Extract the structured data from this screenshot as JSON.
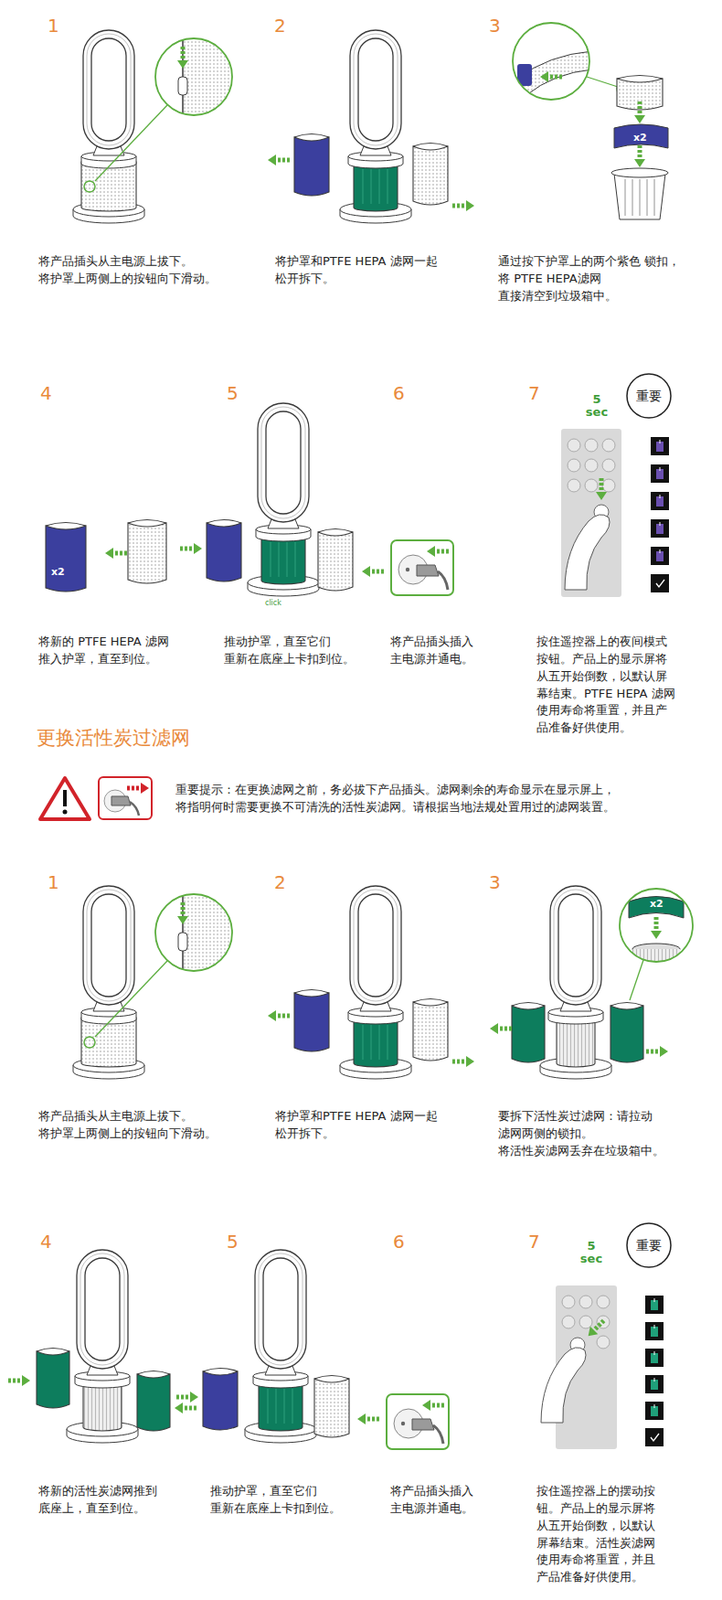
{
  "diagram": {
    "title": "更换活性炭过滤网",
    "nodes": [
      {
        "text": [
          "重要"
        ]
      },
      {
        "text": [
          "重要"
        ]
      }
    ],
    "labels": [
      "1",
      "2",
      "3",
      "x2",
      "将产品插头从主电源上拔下。 将护罩上两侧上的按钮向下滑动。",
      "将护罩和PTFE HEPA 滤网一起 松开拆下。",
      "通过按下护罩上的两个紫色 锁扣，将 PTFE HEPA滤网 直接清空到垃圾箱中。",
      "4",
      "5",
      "6",
      "7",
      "5 sec",
      "x2",
      "click",
      "将新的 PTFE HEPA 滤网 推入护罩，直至到位。",
      "推动护罩，直至它们 重新在底座上卡扣到位。",
      "将产品插头插入 主电源并通电。",
      "按住遥控器上的夜间模式 按钮。产品上的显示屏将 从五开始倒数，以默认屏 幕结束。PTFE HEPA 滤网 使用寿命将重置，并且产 品准备好供使用。",
      "重要提示：在更换滤网之前，务必拔下产品插头。滤网剩余的寿命显示在显示屏上， 将指明何时需要更换不可清洗的活性炭滤网。请根据当地法规处置用过的滤网装置。",
      "1",
      "2",
      "3",
      "x2",
      "将产品插头从主电源上拔下。 将护罩上两侧上的按钮向下滑动。",
      "将护罩和PTFE HEPA 滤网一起 松开拆下。",
      "要拆下活性炭过滤网：请拉动 滤网两侧的锁扣。 将活性炭滤网丢弃在垃圾箱中。",
      "4",
      "5",
      "6",
      "7",
      "5 sec",
      "将新的活性炭滤网推到 底座上，直至到位。",
      "推动护罩，直至它们 重新在底座上卡扣到位。",
      "将产品插头插入 主电源并通电。",
      "按住遥控器上的摆动按 钮。产品上的显示屏将 从五开始倒数，以默认 屏幕结束。活性炭滤网 使用寿命将重置，并且 产品准备好供使用。"
    ]
  }
}
